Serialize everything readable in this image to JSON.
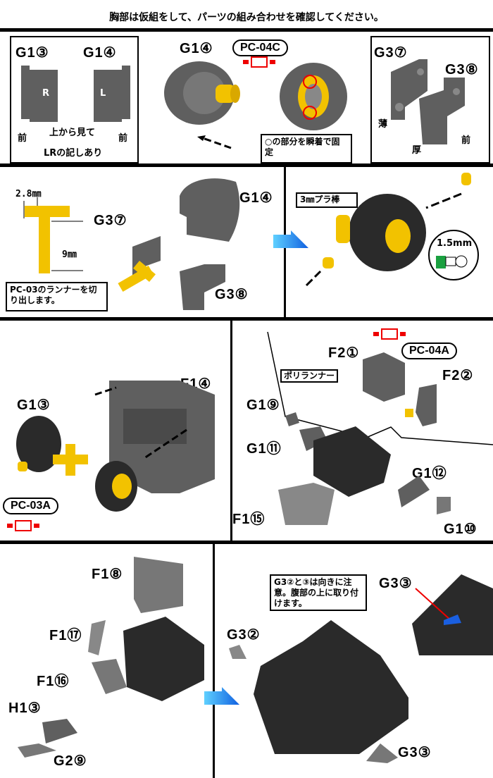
{
  "title": "胸部は仮組をして、パーツの組み合わせを確認してください。",
  "row1": {
    "box1": {
      "label_a": "G1③",
      "label_b": "G1④",
      "mark_r": "R",
      "mark_l": "L",
      "front_a": "前",
      "front_b": "前",
      "note1": "上から見て",
      "note2": "LRの記しあり"
    },
    "center": {
      "label": "G1④",
      "pc": "PC-04C",
      "note": "○の部分を瞬着で固定"
    },
    "box3": {
      "label_a": "G3⑦",
      "label_b": "G3⑧",
      "thin": "薄",
      "thick": "厚",
      "front": "前"
    }
  },
  "row2": {
    "dim_a": "2.8㎜",
    "dim_b": "9㎜",
    "note": "PC-03のランナーを切り出します。",
    "label_g3_7": "G3⑦",
    "label_g1_4": "G1④",
    "label_g3_8": "G3⑧",
    "rod_note": "3㎜プラ棒",
    "dim_c": "1.5mm"
  },
  "row3": {
    "label_f1_4": "F1④",
    "label_g1_3": "G1③",
    "pc_a": "PC-03A",
    "label_f2_1": "F2①",
    "label_f2_2": "F2②",
    "pc_b": "PC-04A",
    "poly_note": "ポリランナー",
    "label_g1_9": "G1⑨",
    "label_g1_11": "G1⑪",
    "label_g1_12": "G1⑫",
    "label_f1_15": "F1⑮",
    "label_g1_10": "G1⑩"
  },
  "row4": {
    "label_f1_8": "F1⑧",
    "label_f1_17": "F1⑰",
    "label_f1_16": "F1⑯",
    "label_h1_3": "H1③",
    "label_g2_9": "G2⑨",
    "note": "G3②と③は向きに注意。腹部の上に取り付けます。",
    "label_g3_2": "G3②",
    "label_g3_3a": "G3③",
    "label_g3_3b": "G3③"
  },
  "colors": {
    "part_grey": "#5f5f5f",
    "part_dark": "#2a2a2a",
    "poly_yellow": "#f2c200",
    "arrow_blue": "#1a8fe0",
    "accent_red": "#e00000"
  }
}
